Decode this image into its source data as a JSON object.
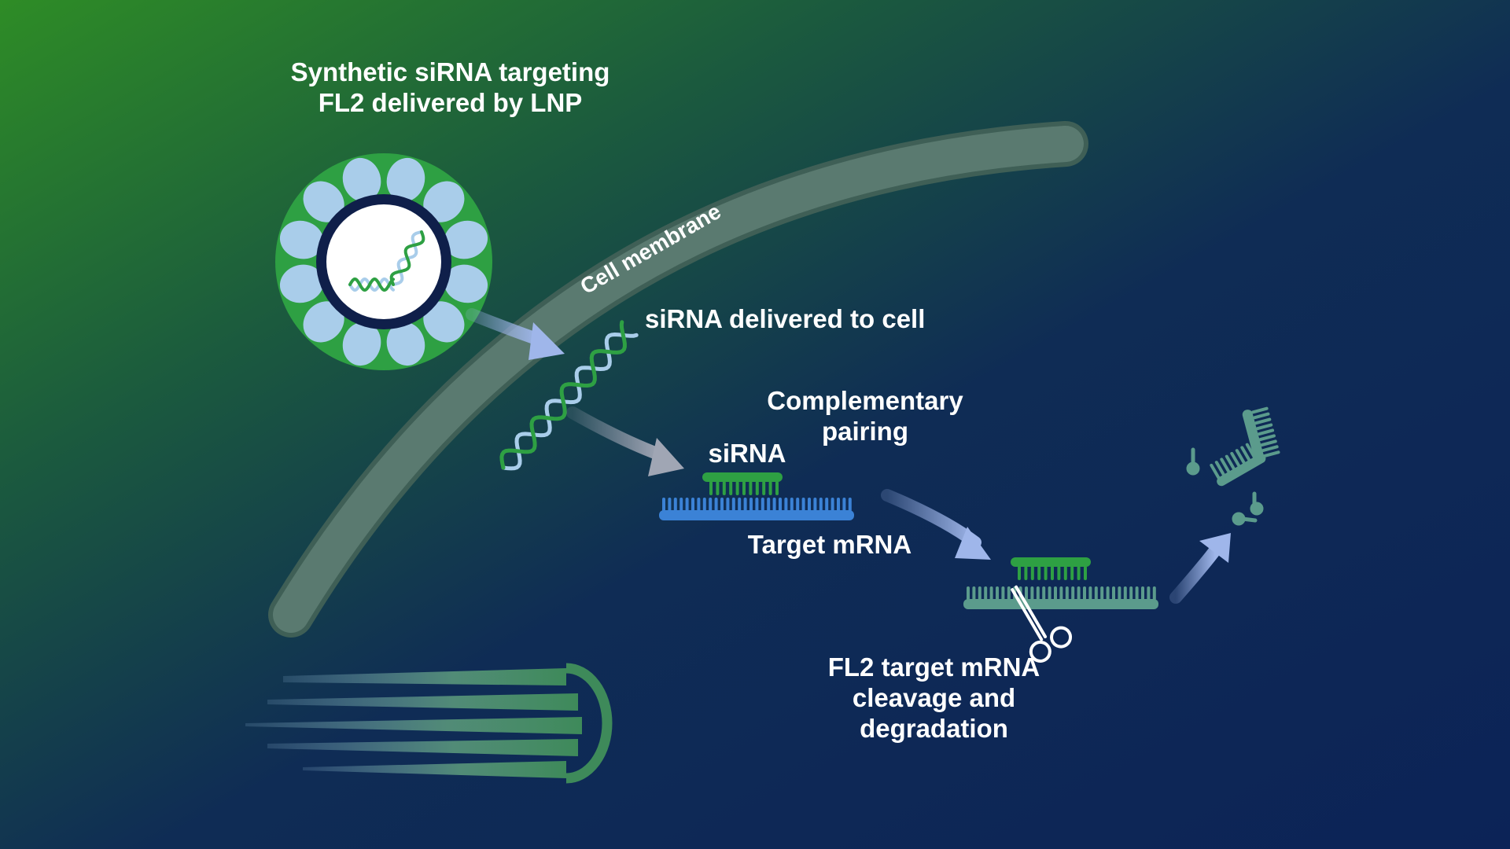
{
  "labels": {
    "lnp_title_line1": "Synthetic siRNA targeting",
    "lnp_title_line2": "FL2 delivered by LNP",
    "cell_membrane": "Cell membrane",
    "sirna_delivered": "siRNA delivered to cell",
    "complementary_line1": "Complementary",
    "complementary_line2": "pairing",
    "sirna": "siRNA",
    "target_mrna": "Target mRNA",
    "cleavage_line1": "FL2 target mRNA",
    "cleavage_line2": "cleavage and",
    "cleavage_line3": "degradation"
  },
  "colors": {
    "background_top_left": "#2e8c26",
    "background_mid": "#1a4a44",
    "background_bottom_right": "#0e2557",
    "lnp_outer": "#2ea043",
    "lnp_petals": "#a9cdea",
    "lnp_ring": "#0f1f4a",
    "sirna_green": "#2ea043",
    "sirna_light": "#a9cdea",
    "target_mrna_blue": "#3b82d6",
    "cleaved_mrna_teal": "#5b9b8c",
    "membrane_fill": "#5a7a70",
    "arrow_blue": "#9fb6ea",
    "arrow_gray": "#a0a6b4"
  }
}
